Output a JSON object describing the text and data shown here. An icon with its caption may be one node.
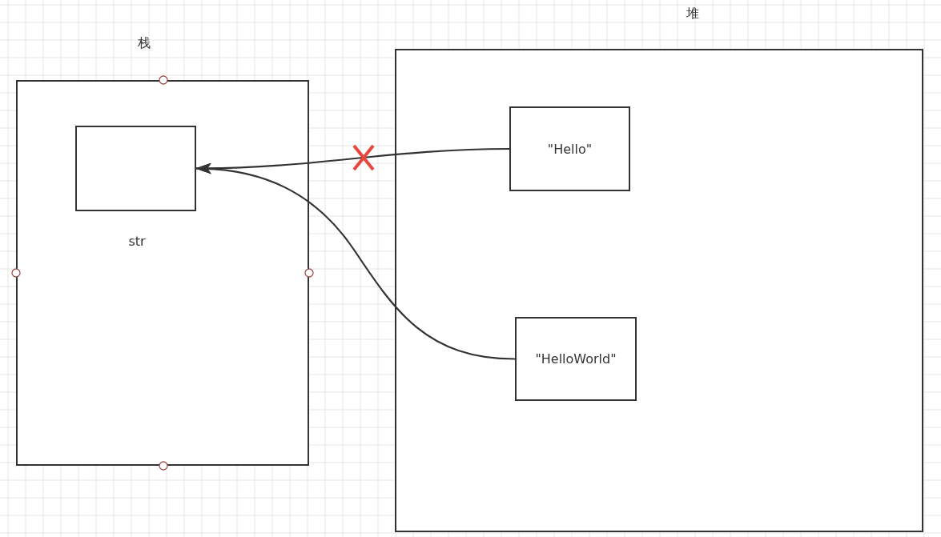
{
  "diagram": {
    "nodes": [
      {
        "text": [
          "栈"
        ]
      },
      {
        "text": [],
        "shape": "box",
        "in": 0,
        "beside": [
          "str"
        ]
      },
      {
        "text": [
          "堆"
        ]
      },
      {
        "text": [
          "\"Hello\""
        ],
        "in": 2
      },
      {
        "text": [
          "\"HelloWorld\""
        ],
        "in": 2
      }
    ],
    "edges": [
      {
        "from": 3,
        "to": 1,
        "arrow": "to"
      },
      {
        "from": 4,
        "to": 1,
        "arrow": "to"
      }
    ]
  }
}
